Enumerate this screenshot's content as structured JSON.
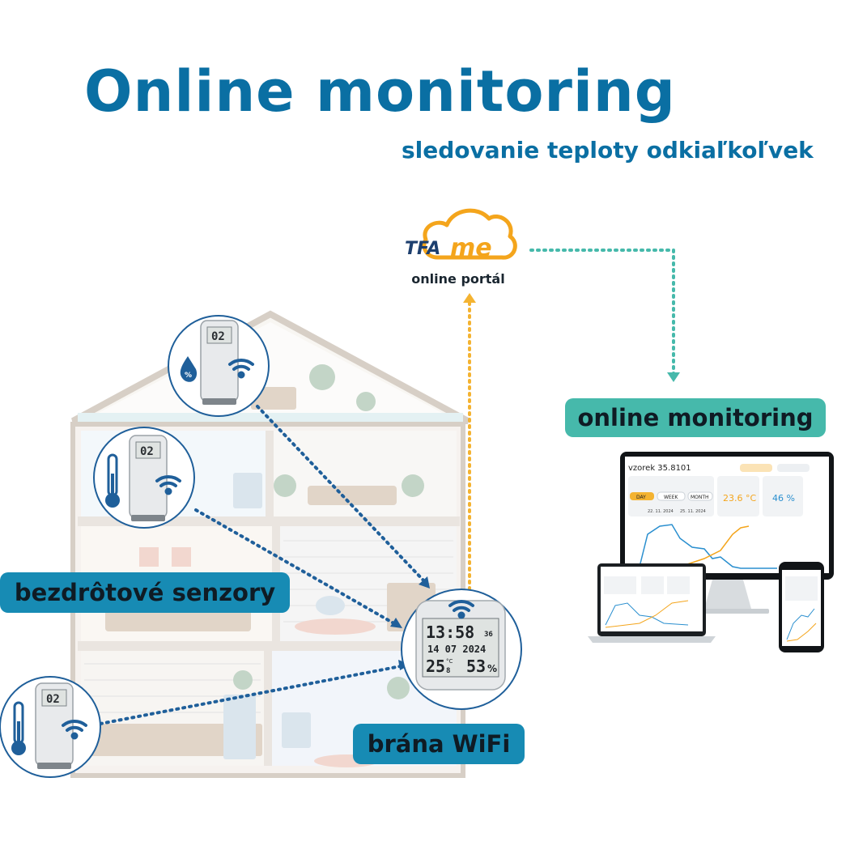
{
  "header": {
    "title": "Online monitoring",
    "subtitle": "sledovanie teploty odkiaľkoľvek"
  },
  "portal": {
    "brand": "TFA",
    "brand_suffix": "me",
    "caption": "online portál"
  },
  "labels": {
    "sensors": "bezdrôtové senzory",
    "gateway": "brána WiFi",
    "monitoring": "online monitoring"
  },
  "sensor_display": "02",
  "gateway_display": {
    "time": "13:58",
    "day_badge": "36",
    "date": "14 07 2024",
    "temperature": "25",
    "temperature_decimal": "8",
    "humidity": "53",
    "temperature_unit": "°C",
    "humidity_unit": "%"
  },
  "dashboard": {
    "device_title": "vzorek 35.8101",
    "temperature": "23.6 °C",
    "humidity": "46 %",
    "ranges": [
      "DAY",
      "WEEK",
      "MONTH"
    ],
    "date_from": "22. 11. 2024",
    "date_to": "25. 11. 2024"
  },
  "colors": {
    "title": "#0a6fa3",
    "label_blue": "#178bb4",
    "label_teal": "#46b9ab",
    "dotted_blue": "#1f5f9a",
    "dotted_orange": "#f4b331",
    "dotted_teal": "#46b9ab",
    "portal_orange": "#f4a51c",
    "portal_navy": "#1d3f6e"
  },
  "icons": [
    "wifi-icon",
    "thermometer-icon",
    "humidity-icon",
    "cloud-icon"
  ]
}
